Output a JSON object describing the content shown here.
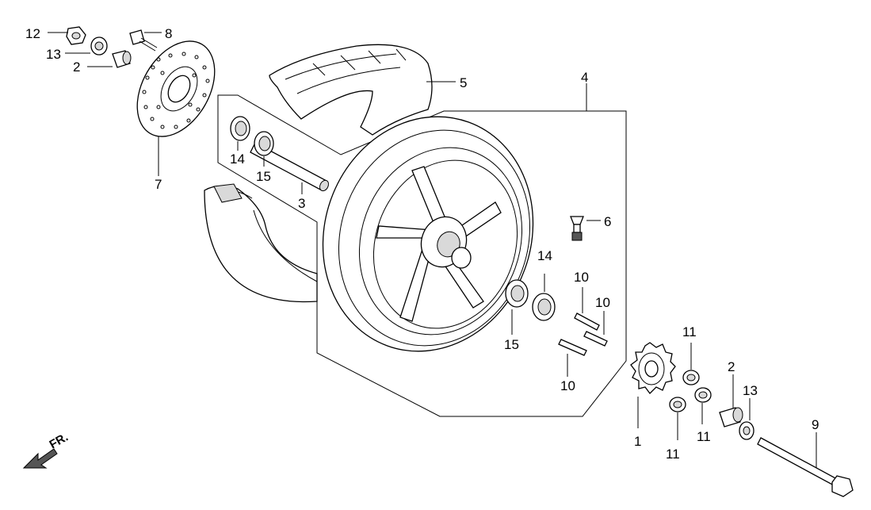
{
  "diagram": {
    "callouts": {
      "c1": "1",
      "c2a": "2",
      "c2b": "2",
      "c3": "3",
      "c4": "4",
      "c5": "5",
      "c6": "6",
      "c7": "7",
      "c8": "8",
      "c9": "9",
      "c10a": "10",
      "c10b": "10",
      "c10c": "10",
      "c11a": "11",
      "c11b": "11",
      "c11c": "11",
      "c12": "12",
      "c13a": "13",
      "c13b": "13",
      "c14a": "14",
      "c14b": "14",
      "c15a": "15",
      "c15b": "15"
    },
    "direction_label": "FR."
  }
}
